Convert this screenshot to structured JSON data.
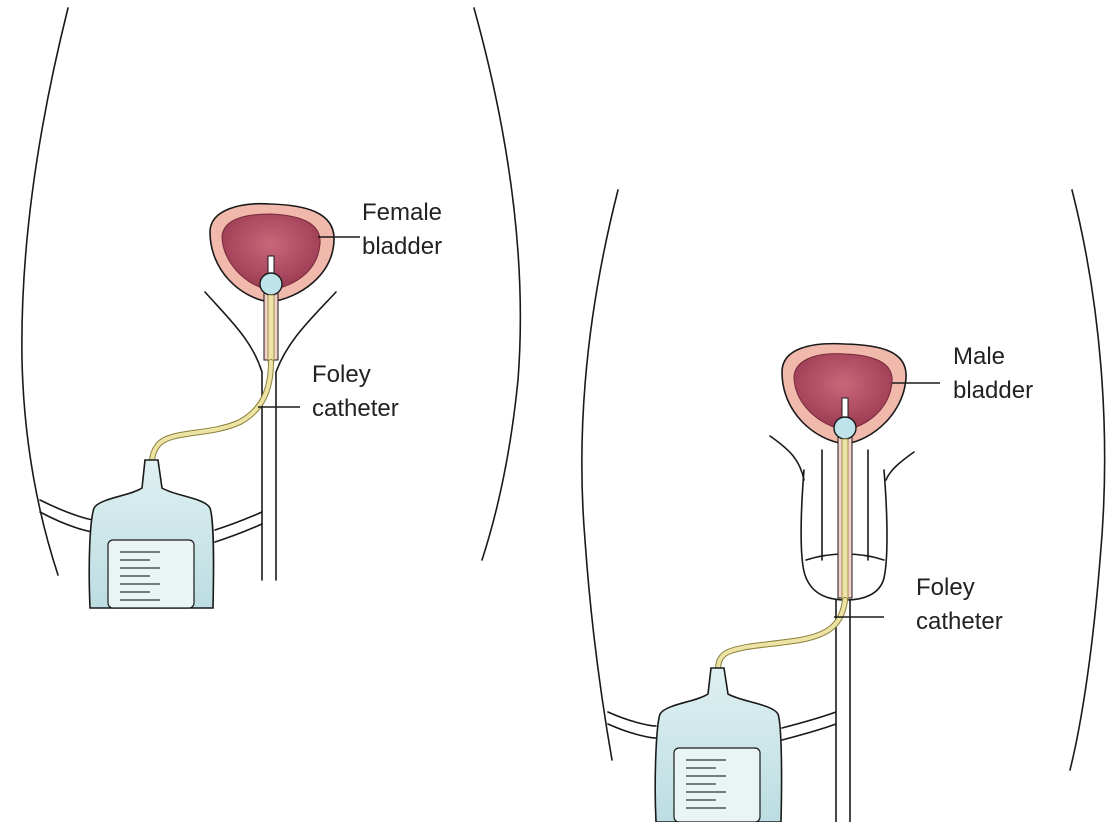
{
  "labels": {
    "female_bladder": [
      "Female",
      "bladder"
    ],
    "female_catheter": [
      "Foley",
      "catheter"
    ],
    "male_bladder": [
      "Male",
      "bladder"
    ],
    "male_catheter": [
      "Foley",
      "catheter"
    ]
  },
  "colors": {
    "bladder_wall": "#f0b9ac",
    "bladder_lumen": "#b24e63",
    "tube": "#ece3a5",
    "bag": "#cfe7ea",
    "balloon": "#bfe3ea",
    "outline": "#1a1a1a"
  }
}
